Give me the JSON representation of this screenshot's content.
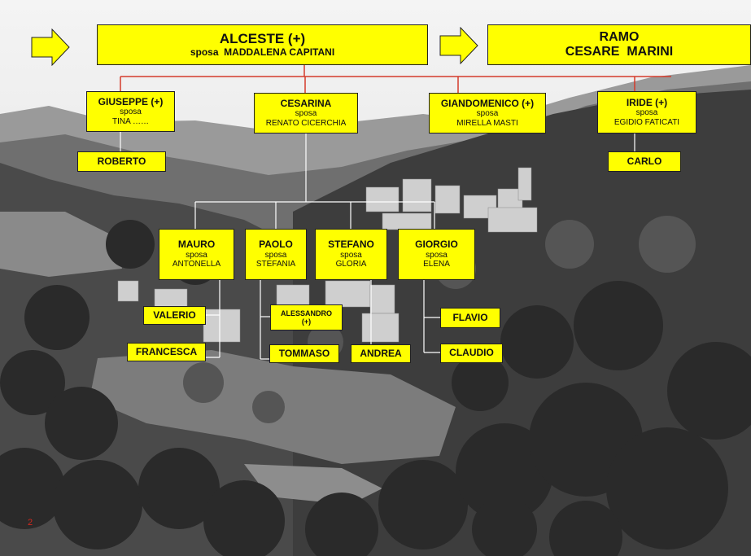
{
  "root": {
    "name": "ALCESTE (+)",
    "spouse_label": "sposa",
    "spouse": "MADDALENA CAPITANI"
  },
  "ramo": {
    "line1": "RAMO",
    "line2": "CESARE  MARINI"
  },
  "children": [
    {
      "name": "GIUSEPPE (+)",
      "spouse_label": "sposa",
      "spouse": "TINA  ……"
    },
    {
      "name": "CESARINA",
      "spouse_label": "sposa",
      "spouse": "RENATO CICERCHIA"
    },
    {
      "name": "GIANDOMENICO (+)",
      "spouse_label": "sposa",
      "spouse": "MIRELLA MASTI"
    },
    {
      "name": "IRIDE (+)",
      "spouse_label": "sposa",
      "spouse": "EGIDIO FATICATI"
    }
  ],
  "grandchildren_single": {
    "roberto": "ROBERTO",
    "carlo": "CARLO"
  },
  "cesarina_children": [
    {
      "name": "MAURO",
      "spouse_label": "sposa",
      "spouse": "ANTONELLA"
    },
    {
      "name": "PAOLO",
      "spouse_label": "sposa",
      "spouse": "STEFANIA"
    },
    {
      "name": "STEFANO",
      "spouse_label": "sposa",
      "spouse": "GLORIA"
    },
    {
      "name": "GIORGIO",
      "spouse_label": "sposa",
      "spouse": "ELENA"
    }
  ],
  "great_grandchildren": {
    "valerio": "VALERIO",
    "francesca": "FRANCESCA",
    "alessandro_line1": "ALESSANDRO",
    "alessandro_line2": "(+)",
    "tommaso": "TOMMASO",
    "andrea": "ANDREA",
    "flavio": "FLAVIO",
    "claudio": "CLAUDIO"
  },
  "page_number": "2",
  "colors": {
    "box": "#ffff00",
    "connector_top": "#d43a2a",
    "connector": "#ffffff"
  }
}
